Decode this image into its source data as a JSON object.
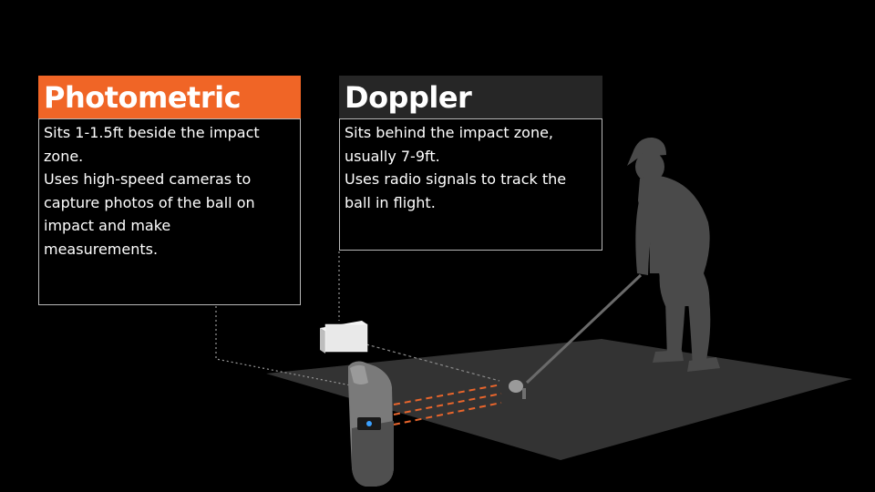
{
  "cards": {
    "photometric": {
      "title": "Photometric",
      "lines": [
        "Sits 1-1.5ft beside the impact",
        "zone.",
        "Uses high-speed cameras to",
        "capture photos of the ball on",
        "impact and make",
        "measurements."
      ],
      "accent": "#f06526"
    },
    "doppler": {
      "title": "Doppler",
      "lines": [
        "Sits behind the impact zone,",
        "usually 7-9ft.",
        "Uses radio signals to track the",
        "ball in flight."
      ],
      "accent": "#262626"
    }
  },
  "scene": {
    "ground_color": "#333333",
    "golfer_color": "#4a4a4a",
    "beam_color": "#e8652c",
    "icons": [
      "golfer-silhouette",
      "doppler-radar-unit",
      "photometric-launch-monitor",
      "golf-ball-on-tee"
    ]
  }
}
